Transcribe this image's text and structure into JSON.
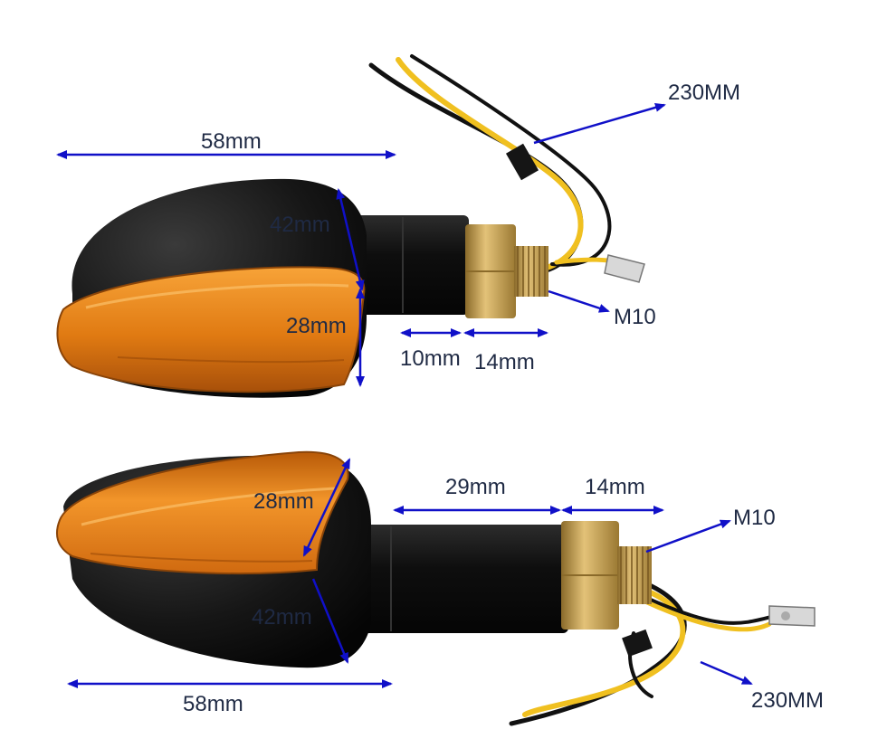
{
  "colors": {
    "arrow": "#1010c8",
    "label_text": "#1f2a44",
    "housing": "#141414",
    "lens": "#f08a1c",
    "lens_dark": "#c05a08",
    "brass": "#c9a04a",
    "wire_yellow": "#f0c020",
    "wire_black": "#111111"
  },
  "top_light": {
    "width_label": "58mm",
    "height_label": "42mm",
    "lens_height_label": "28mm",
    "stem_label": "10mm",
    "thread_label": "14mm",
    "thread_spec": "M10",
    "cable_label": "230MM"
  },
  "bottom_light": {
    "width_label": "58mm",
    "height_label": "42mm",
    "lens_height_label": "28mm",
    "stem_label": "29mm",
    "thread_label": "14mm",
    "thread_spec": "M10",
    "cable_label": "230MM"
  }
}
